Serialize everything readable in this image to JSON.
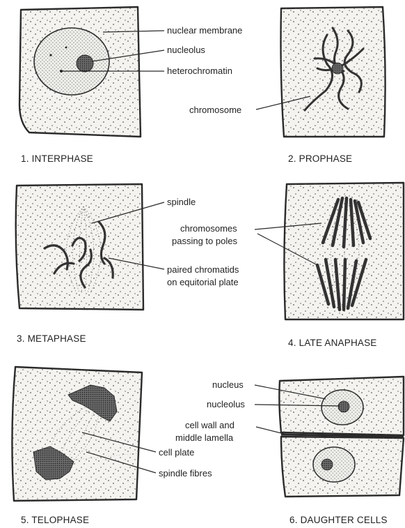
{
  "colors": {
    "ink": "#2a2a2a",
    "paper": "#ffffff",
    "cell": "#f4f3ef"
  },
  "panels": [
    {
      "id": "interphase",
      "caption": "1. INTERPHASE",
      "labels": {
        "nuclear_membrane": "nuclear membrane",
        "nucleolus": "nucleolus",
        "heterochromatin": "heterochromatin"
      }
    },
    {
      "id": "prophase",
      "caption": "2. PROPHASE",
      "labels": {
        "chromosome": "chromosome"
      }
    },
    {
      "id": "metaphase",
      "caption": "3. METAPHASE",
      "labels": {
        "spindle": "spindle",
        "paired_line1": "paired chromatids",
        "paired_line2": "on equitorial plate"
      }
    },
    {
      "id": "late-anaphase",
      "caption": "4. LATE ANAPHASE",
      "labels": {
        "chrom_line1": "chromosomes",
        "chrom_line2": "passing to poles"
      }
    },
    {
      "id": "telophase",
      "caption": "5. TELOPHASE",
      "labels": {
        "cell_plate": "cell plate",
        "spindle_fibres": "spindle fibres"
      }
    },
    {
      "id": "daughter-cells",
      "caption": "6. DAUGHTER CELLS",
      "labels": {
        "nucleus": "nucleus",
        "nucleolus": "nucleolus",
        "wall_line1": "cell wall and",
        "wall_line2": "middle lamella"
      }
    }
  ]
}
